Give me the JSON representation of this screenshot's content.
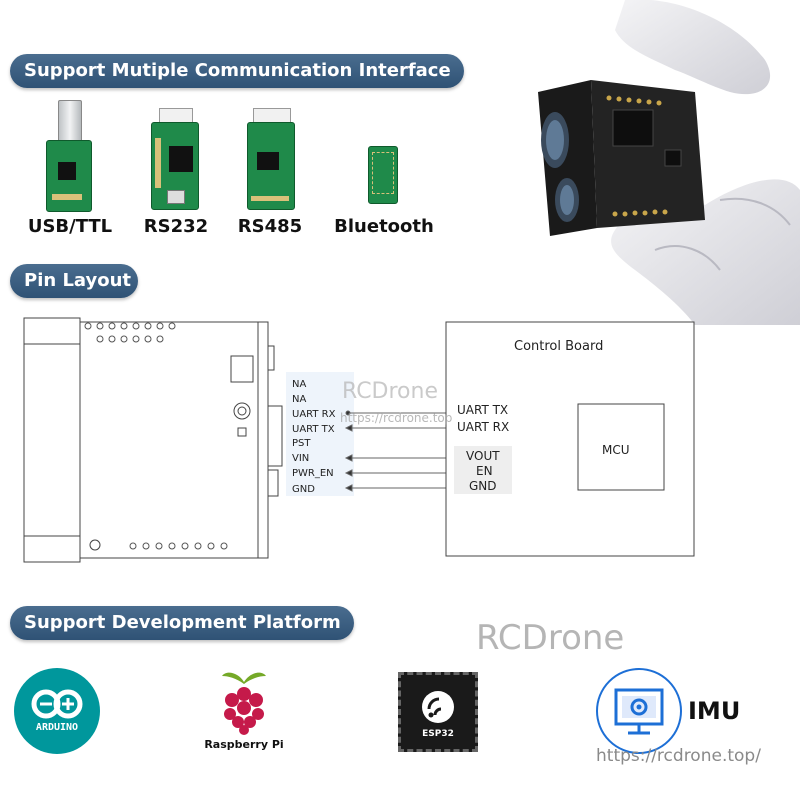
{
  "sections": {
    "comm_title": "Support Mutiple Communication Interface",
    "pin_title": "Pin Layout",
    "dev_title": "Support Development Platform"
  },
  "modules": [
    {
      "label": "USB/TTL",
      "icon": "usb-ttl-module-icon"
    },
    {
      "label": "RS232",
      "icon": "rs232-module-icon"
    },
    {
      "label": "RS485",
      "icon": "rs485-module-icon"
    },
    {
      "label": "Bluetooth",
      "icon": "bluetooth-module-icon"
    }
  ],
  "pin_layout": {
    "sensor_pins": [
      "NA",
      "NA",
      "UART RX",
      "UART TX",
      "PST",
      "VIN",
      "PWR_EN",
      "GND"
    ],
    "control_board": {
      "title": "Control Board",
      "pins": [
        "UART TX",
        "UART RX",
        "VOUT",
        "EN",
        "GND"
      ],
      "mcu": "MCU"
    }
  },
  "platforms": [
    {
      "name": "arduino",
      "label": "ARDUINO"
    },
    {
      "name": "raspberry-pi",
      "label": "Raspberry Pi"
    },
    {
      "name": "esp32",
      "label": "ESP32"
    },
    {
      "name": "imu",
      "label": "IMU"
    }
  ],
  "watermarks": {
    "brand": "RCDrone",
    "url_small": "https://rcdrone.top",
    "url": "https://rcdrone.top/"
  },
  "colors": {
    "pill_bg": "#2f5275",
    "pcb_green": "#1f8a4a",
    "arduino_teal": "#00979c",
    "raspberry_red": "#c51a4a",
    "imu_blue": "#1d6fd6"
  }
}
